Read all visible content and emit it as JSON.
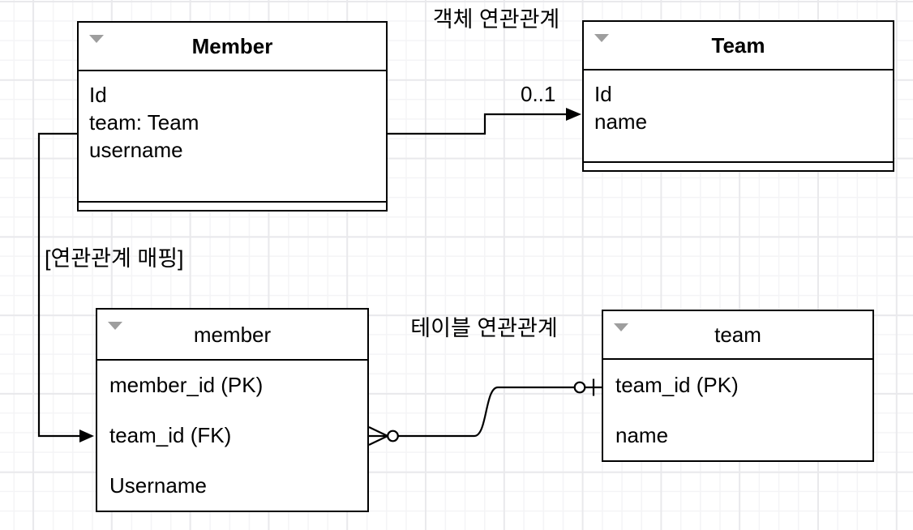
{
  "labels": {
    "object_relation": "객체 연관관계",
    "table_relation": "테이블 연관관계",
    "mapping_note": "[연관관계 매핑]",
    "multiplicity": "0..1"
  },
  "classes": [
    {
      "title": "Member",
      "fields": [
        "Id",
        "team: Team",
        "username"
      ]
    },
    {
      "title": "Team",
      "fields": [
        "Id",
        "name"
      ]
    }
  ],
  "tables": [
    {
      "title": "member",
      "rows": [
        "member_id (PK)",
        "team_id (FK)",
        "Username"
      ]
    },
    {
      "title": "team",
      "rows": [
        "team_id (PK)",
        "name"
      ]
    }
  ],
  "colors": {
    "stroke": "#000000",
    "collapse_icon": "#9e9e9e",
    "grid_minor": "#f4f4f6",
    "grid_major": "#e9e9ec",
    "background": "#ffffff"
  }
}
